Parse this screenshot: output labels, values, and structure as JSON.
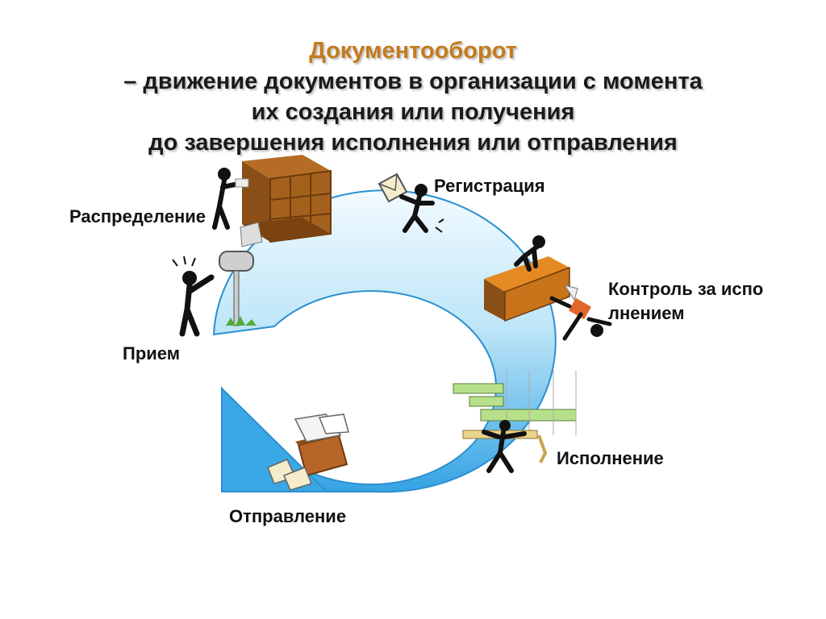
{
  "title": {
    "heading": "Документооборот",
    "line1": "– движение документов в организации с момента",
    "line2": "их создания или получения",
    "line3": "до завершения исполнения или отправления"
  },
  "stages": {
    "registration": "Регистрация",
    "control": "Контроль за исполнением",
    "execution": "Исполнение",
    "dispatch": "Отправление",
    "receipt": "Прием",
    "distribution": "Распределение"
  },
  "colors": {
    "arrow_light": "#e8f7fd",
    "arrow_dark": "#3aa7e6",
    "arrow_stroke": "#2b8fd0",
    "title_accent": "#c47a1e",
    "furniture": "#9a5a1c",
    "desk": "#d9801e",
    "steps": "#b7e08a"
  },
  "icons": [
    "mailbox-person-icon",
    "sorting-shelf-icon",
    "envelope-runner-icon",
    "desk-inspector-icon",
    "step-climber-icon",
    "outgoing-box-icon"
  ]
}
